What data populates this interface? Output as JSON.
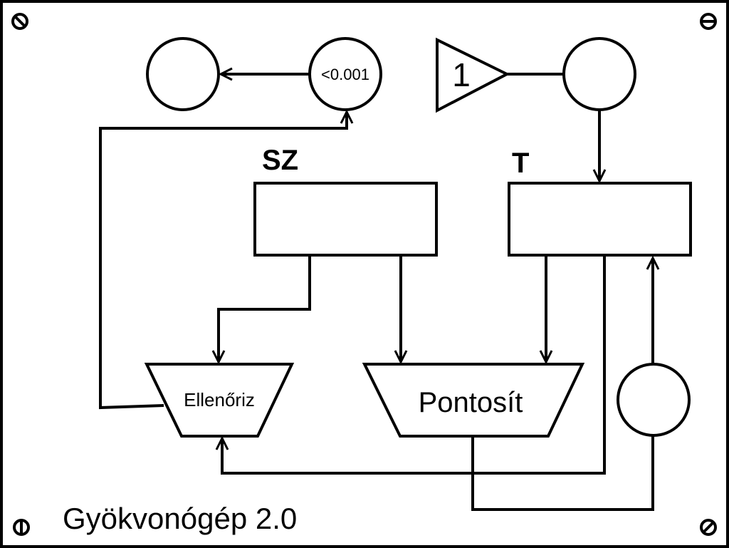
{
  "diagram": {
    "title": "Gyökvonógép 2.0",
    "labels": {
      "threshold": "<0.001",
      "constant": "1",
      "register_sz": "SZ",
      "register_t": "T",
      "check_unit": "Ellenőriz",
      "refine_unit": "Pontosít"
    },
    "colors": {
      "stroke": "#000000",
      "background": "#ffffff"
    },
    "icons": [
      "screw-icon"
    ]
  }
}
